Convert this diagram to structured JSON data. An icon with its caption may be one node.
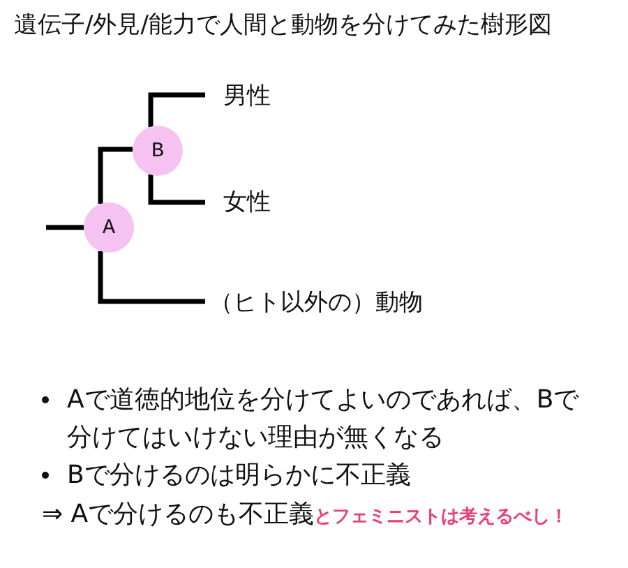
{
  "diagram": {
    "title": "遺伝子/外見/能力で人間と動物を分けてみた樹形図",
    "nodes": [
      {
        "text": [
          "B"
        ]
      },
      {
        "text": [
          "A"
        ]
      },
      {
        "text": [
          "男性"
        ]
      },
      {
        "text": [
          "女性"
        ]
      },
      {
        "text": [
          "（ヒト以外の）動物"
        ]
      }
    ],
    "edges": [
      {
        "from": null,
        "to": 1,
        "arrow": "none"
      },
      {
        "from": 1,
        "to": 0,
        "arrow": "none"
      },
      {
        "from": 0,
        "to": 2,
        "arrow": "none"
      },
      {
        "from": 0,
        "to": 3,
        "arrow": "none"
      },
      {
        "from": 1,
        "to": 4,
        "arrow": "none"
      }
    ],
    "labels": [
      "Aで道徳的地位を分けてよいのであれば、Bで分けてはいけない理由が無くなる",
      "Bで分けるのは明らかに不正義",
      "⇒ Aで分けるのも不正義",
      "とフェミニストは考えるべし！"
    ]
  }
}
